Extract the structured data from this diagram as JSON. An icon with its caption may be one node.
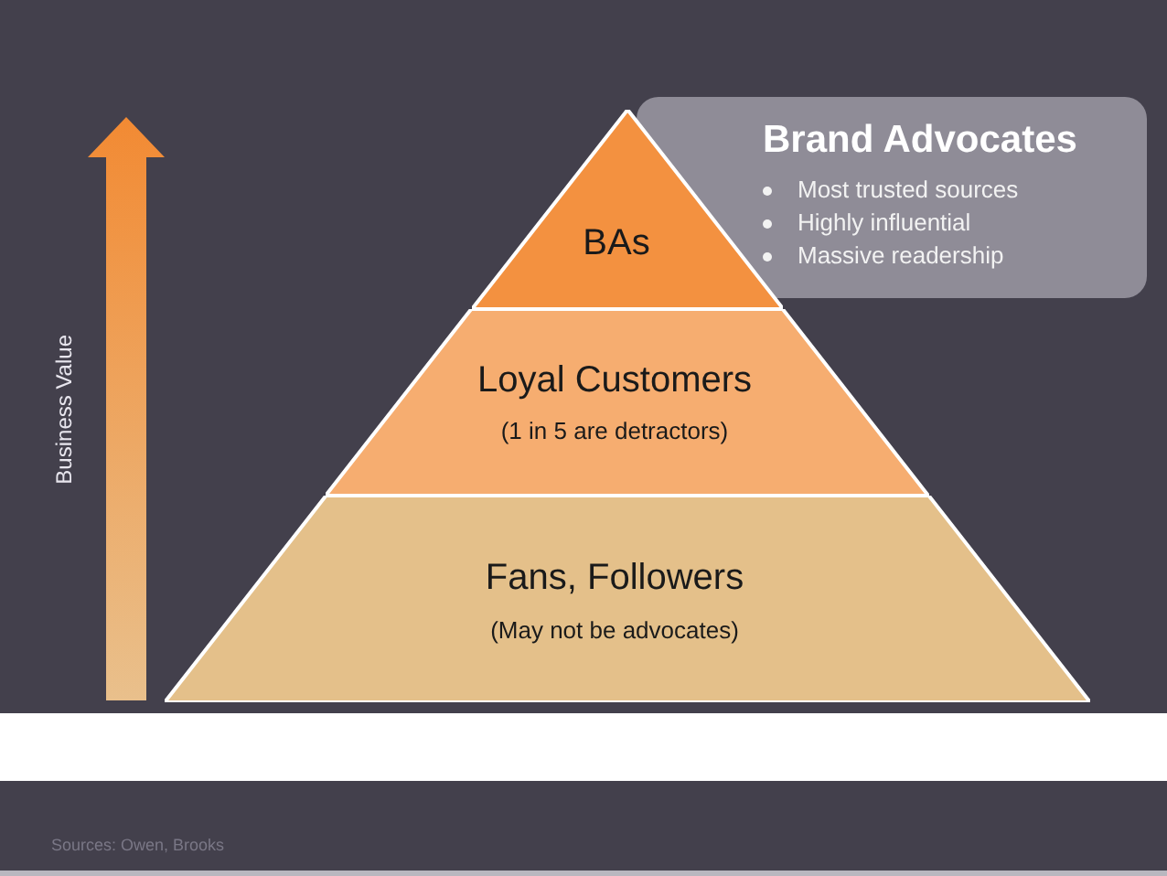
{
  "diagram": {
    "nodes": [
      {
        "text": [
          "BAs"
        ]
      },
      {
        "text": [
          "Brand Advocates",
          "Most trusted sources",
          "Highly influential",
          "Massive readership"
        ]
      },
      {
        "text": [
          "Loyal Customers",
          "(1 in 5 are detractors)"
        ]
      },
      {
        "text": [
          "Fans, Followers",
          "(May not be advocates)"
        ]
      }
    ],
    "labels": [
      "Business Value",
      "Sources: Owen, Brooks"
    ]
  }
}
